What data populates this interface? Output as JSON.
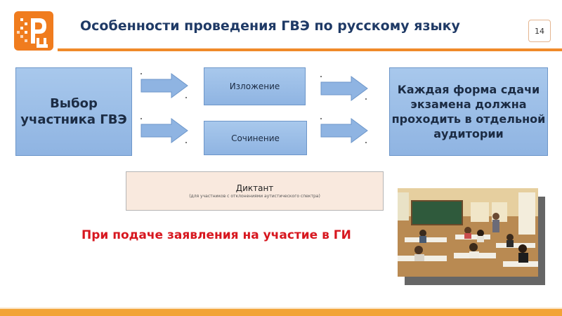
{
  "header": {
    "logo_text": "Рц",
    "title": "Особенности проведения ГВЭ по русскому языку",
    "page_number": "14"
  },
  "diagram": {
    "choice_box": "Выбор участника ГВЭ",
    "option_1": "Изложение",
    "option_2": "Сочинение",
    "rule_box": "Каждая форма сдачи экзамена должна проходить в отдельной аудитории",
    "dictant_title": "Диктант",
    "dictant_note": "(для участников с отклонениями аутистического спектра)"
  },
  "notice": "При подаче заявления на участие в ГИ",
  "colors": {
    "accent_orange": "#f08a2a",
    "box_blue": "#9dbfe8",
    "title_blue": "#1f3a66",
    "notice_red": "#d7171f",
    "dictant_bg": "#f9e9de"
  },
  "icons": [
    "logo-icon",
    "arrow-right-icon"
  ]
}
